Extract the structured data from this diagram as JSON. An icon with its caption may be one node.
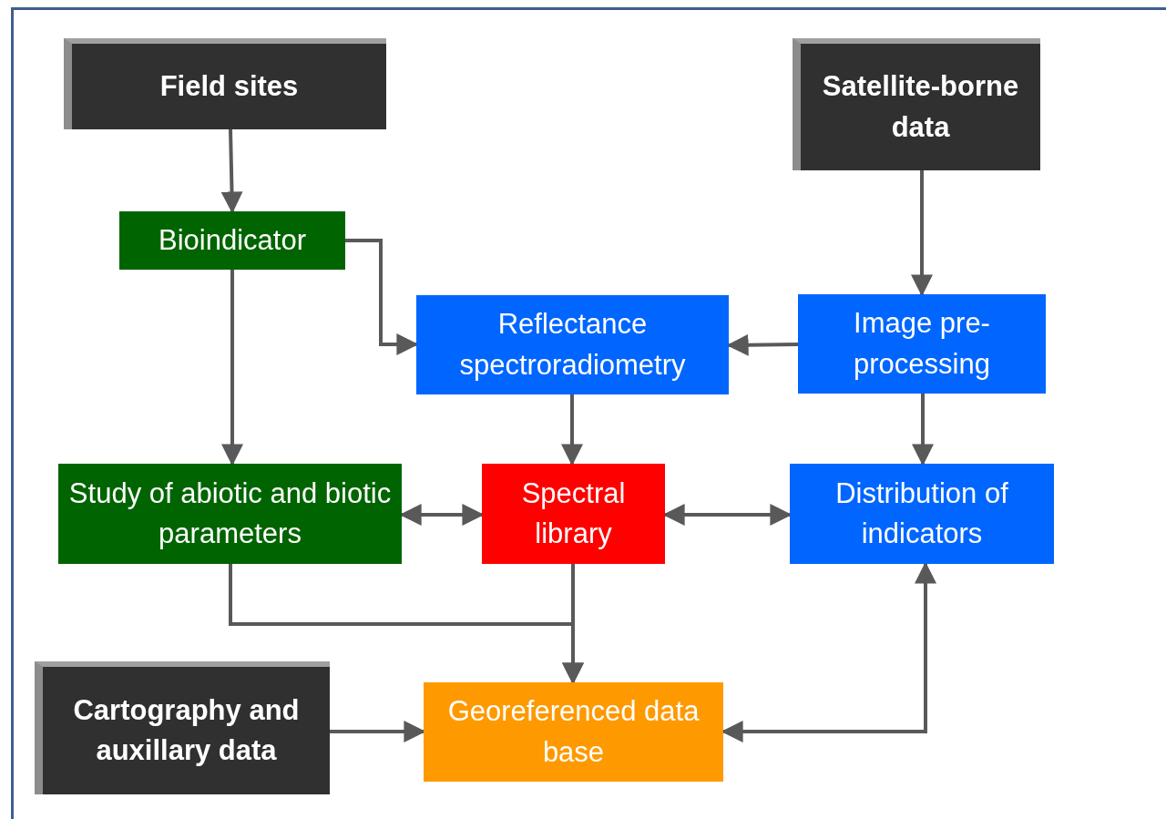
{
  "diagram": {
    "nodes": [
      {
        "text": [
          "Field sites"
        ]
      },
      {
        "text": [
          "Satellite-borne data"
        ]
      },
      {
        "text": [
          "Bioindicator"
        ]
      },
      {
        "text": [
          "Reflectance spectroradiometry"
        ]
      },
      {
        "text": [
          "Image pre-processing"
        ]
      },
      {
        "text": [
          "Study of abiotic and biotic parameters"
        ]
      },
      {
        "text": [
          "Spectral library"
        ]
      },
      {
        "text": [
          "Distribution of indicators"
        ]
      },
      {
        "text": [
          "Cartography and auxillary data"
        ]
      },
      {
        "text": [
          "Georeferenced data base"
        ]
      }
    ],
    "edges": [
      {
        "from": 0,
        "to": 2,
        "arrow": "to"
      },
      {
        "from": 2,
        "to": 3,
        "arrow": "to"
      },
      {
        "from": 1,
        "to": 4,
        "arrow": "to"
      },
      {
        "from": 4,
        "to": 3,
        "arrow": "to"
      },
      {
        "from": 3,
        "to": 6,
        "arrow": "to"
      },
      {
        "from": 4,
        "to": 7,
        "arrow": "to"
      },
      {
        "from": 2,
        "to": 5,
        "arrow": "to"
      },
      {
        "from": 5,
        "to": 6,
        "arrow": "both"
      },
      {
        "from": 6,
        "to": 7,
        "arrow": "both"
      },
      {
        "from": 5,
        "to": 9,
        "arrow": "to"
      },
      {
        "from": 6,
        "to": 9,
        "arrow": "to"
      },
      {
        "from": 8,
        "to": 9,
        "arrow": "to"
      },
      {
        "from": 9,
        "to": 7,
        "arrow": "both"
      }
    ]
  }
}
